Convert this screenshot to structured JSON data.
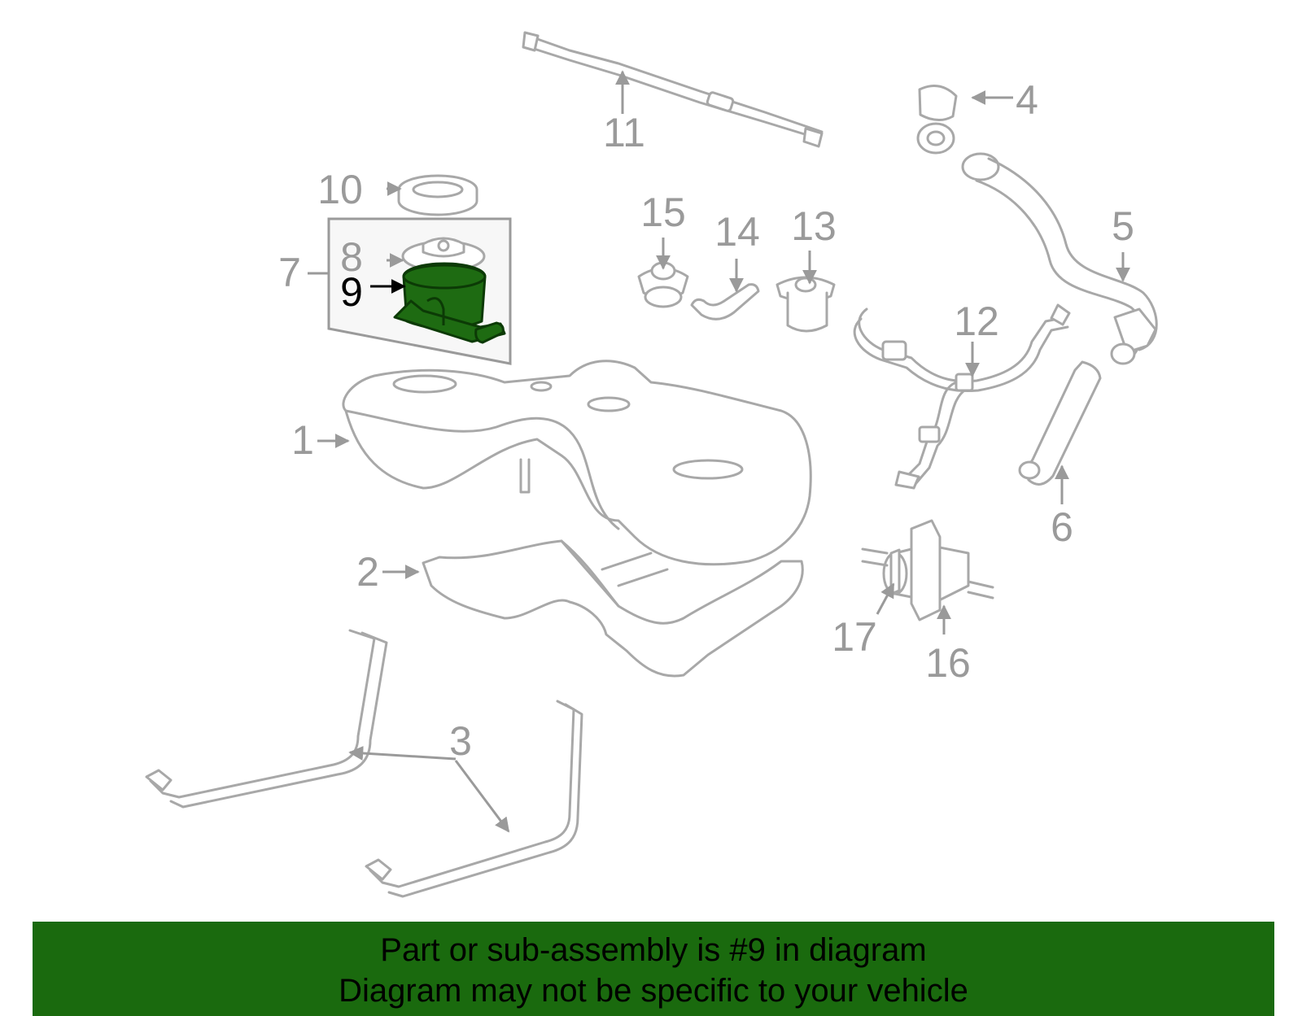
{
  "callouts": {
    "c1": "1",
    "c2": "2",
    "c3": "3",
    "c4": "4",
    "c5": "5",
    "c6": "6",
    "c7": "7",
    "c8": "8",
    "c9": "9",
    "c10": "10",
    "c11": "11",
    "c12": "12",
    "c13": "13",
    "c14": "14",
    "c15": "15",
    "c16": "16",
    "c17": "17"
  },
  "highlight": {
    "part": "9",
    "color": "#1e6b12"
  },
  "banner": {
    "line1": "Part or sub-assembly is #9 in diagram",
    "line2": "Diagram may not be specific to your vehicle",
    "background": "#1a6a0e"
  }
}
